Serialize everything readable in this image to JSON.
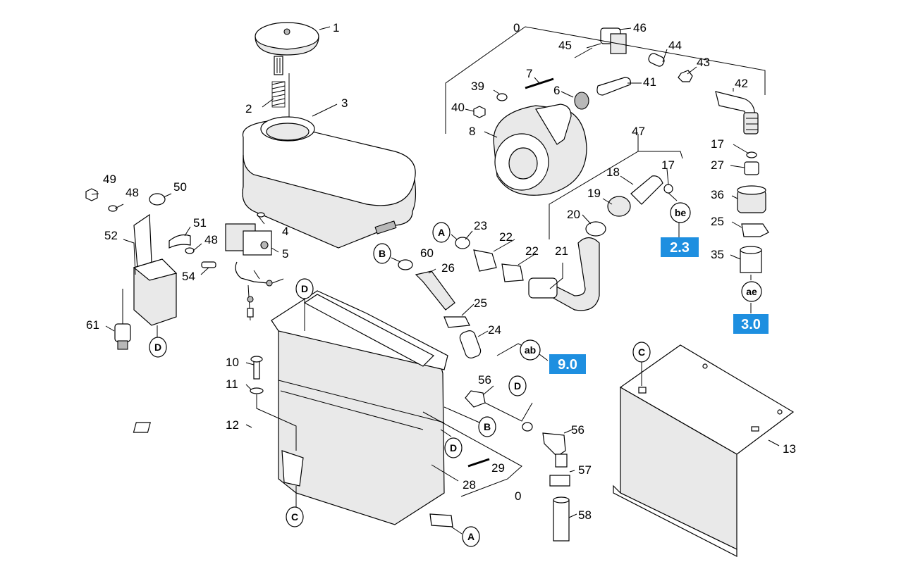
{
  "callouts": [
    {
      "id": "c1",
      "label": "1"
    },
    {
      "id": "c2",
      "label": "2"
    },
    {
      "id": "c3",
      "label": "3"
    },
    {
      "id": "c4",
      "label": "4"
    },
    {
      "id": "c5",
      "label": "5"
    },
    {
      "id": "c0a",
      "label": "0"
    },
    {
      "id": "c46",
      "label": "46"
    },
    {
      "id": "c45",
      "label": "45"
    },
    {
      "id": "c44",
      "label": "44"
    },
    {
      "id": "c43",
      "label": "43"
    },
    {
      "id": "c42",
      "label": "42"
    },
    {
      "id": "c7",
      "label": "7"
    },
    {
      "id": "c41",
      "label": "41"
    },
    {
      "id": "c39",
      "label": "39"
    },
    {
      "id": "c6",
      "label": "6"
    },
    {
      "id": "c40",
      "label": "40"
    },
    {
      "id": "c8",
      "label": "8"
    },
    {
      "id": "c47",
      "label": "47"
    },
    {
      "id": "c17a",
      "label": "17"
    },
    {
      "id": "c27",
      "label": "27"
    },
    {
      "id": "c18",
      "label": "18"
    },
    {
      "id": "c17b",
      "label": "17"
    },
    {
      "id": "c19",
      "label": "19"
    },
    {
      "id": "c36",
      "label": "36"
    },
    {
      "id": "c20",
      "label": "20"
    },
    {
      "id": "c25a",
      "label": "25"
    },
    {
      "id": "c35",
      "label": "35"
    },
    {
      "id": "c23",
      "label": "23"
    },
    {
      "id": "c22a",
      "label": "22"
    },
    {
      "id": "c22b",
      "label": "22"
    },
    {
      "id": "c21",
      "label": "21"
    },
    {
      "id": "c60",
      "label": "60"
    },
    {
      "id": "c26",
      "label": "26"
    },
    {
      "id": "c25b",
      "label": "25"
    },
    {
      "id": "c24",
      "label": "24"
    },
    {
      "id": "c49",
      "label": "49"
    },
    {
      "id": "c48a",
      "label": "48"
    },
    {
      "id": "c50",
      "label": "50"
    },
    {
      "id": "c51",
      "label": "51"
    },
    {
      "id": "c52",
      "label": "52"
    },
    {
      "id": "c48b",
      "label": "48"
    },
    {
      "id": "c54",
      "label": "54"
    },
    {
      "id": "c61",
      "label": "61"
    },
    {
      "id": "c10",
      "label": "10"
    },
    {
      "id": "c11",
      "label": "11"
    },
    {
      "id": "c12",
      "label": "12"
    },
    {
      "id": "c56a",
      "label": "56"
    },
    {
      "id": "c56b",
      "label": "56"
    },
    {
      "id": "c57",
      "label": "57"
    },
    {
      "id": "c58",
      "label": "58"
    },
    {
      "id": "c29",
      "label": "29"
    },
    {
      "id": "c28",
      "label": "28"
    },
    {
      "id": "c0b",
      "label": "0"
    },
    {
      "id": "c13",
      "label": "13"
    }
  ],
  "connection_refs": [
    {
      "id": "rA1",
      "label": "A"
    },
    {
      "id": "rB1",
      "label": "B"
    },
    {
      "id": "rbe",
      "label": "be"
    },
    {
      "id": "rae",
      "label": "ae"
    },
    {
      "id": "rab",
      "label": "ab"
    },
    {
      "id": "rD1",
      "label": "D"
    },
    {
      "id": "rD2",
      "label": "D"
    },
    {
      "id": "rD3",
      "label": "D"
    },
    {
      "id": "rB2",
      "label": "B"
    },
    {
      "id": "rD4",
      "label": "D"
    },
    {
      "id": "rC1",
      "label": "C"
    },
    {
      "id": "rA2",
      "label": "A"
    },
    {
      "id": "rC2",
      "label": "C"
    }
  ],
  "page_refs": [
    {
      "id": "p23",
      "label": "2.3"
    },
    {
      "id": "p30",
      "label": "3.0"
    },
    {
      "id": "p90",
      "label": "9.0"
    }
  ],
  "colors": {
    "page_ref_box": "#1e8fe0",
    "page_ref_text": "#ffffff"
  }
}
